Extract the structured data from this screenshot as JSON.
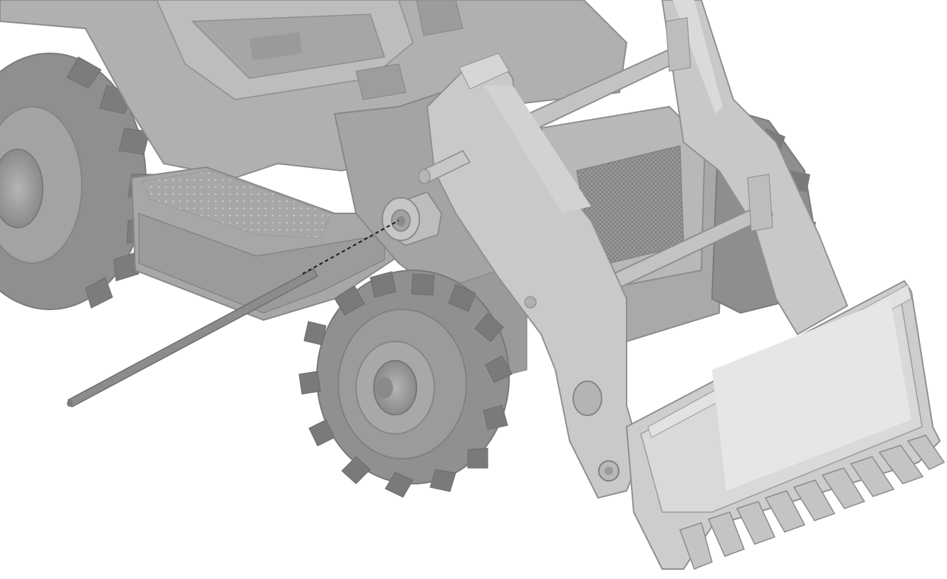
{
  "colors": {
    "background": "#ffffff",
    "body": "#a9a9a9",
    "body_light": "#c6c6c6",
    "body_dark": "#8a8a8a",
    "tire": "#8f8f8f",
    "tire_dark": "#6f6f6f",
    "outline": "#7d7d7d",
    "leader": "#222222",
    "rod": "#8c8c8c"
  },
  "illustration": {
    "subject": "toy-front-loader-tractor",
    "parts": [
      "rear-tire",
      "front-tire",
      "seat-body",
      "footstep",
      "lift-arm-left",
      "lift-arm-right",
      "cross-bar-upper",
      "cross-bar-lower",
      "radiator-grille",
      "bucket",
      "bucket-teeth",
      "pivot-pin",
      "axle-rod"
    ],
    "callout": "dashed-leader-to-pivot-socket"
  }
}
